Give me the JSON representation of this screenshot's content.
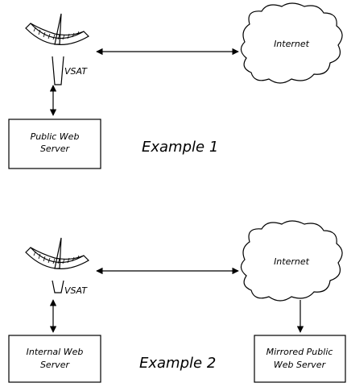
{
  "example1": {
    "vsat_label": "VSAT",
    "internet_label": "Internet",
    "server_label_line1": "Public Web",
    "server_label_line2": "Server",
    "caption": "Example 1"
  },
  "example2": {
    "vsat_label": "VSAT",
    "internet_label": "Internet",
    "server_label_line1": "Internal Web",
    "server_label_line2": "Server",
    "mirror_label_line1": "Mirrored Public",
    "mirror_label_line2": "Web Server",
    "caption": "Example 2"
  }
}
